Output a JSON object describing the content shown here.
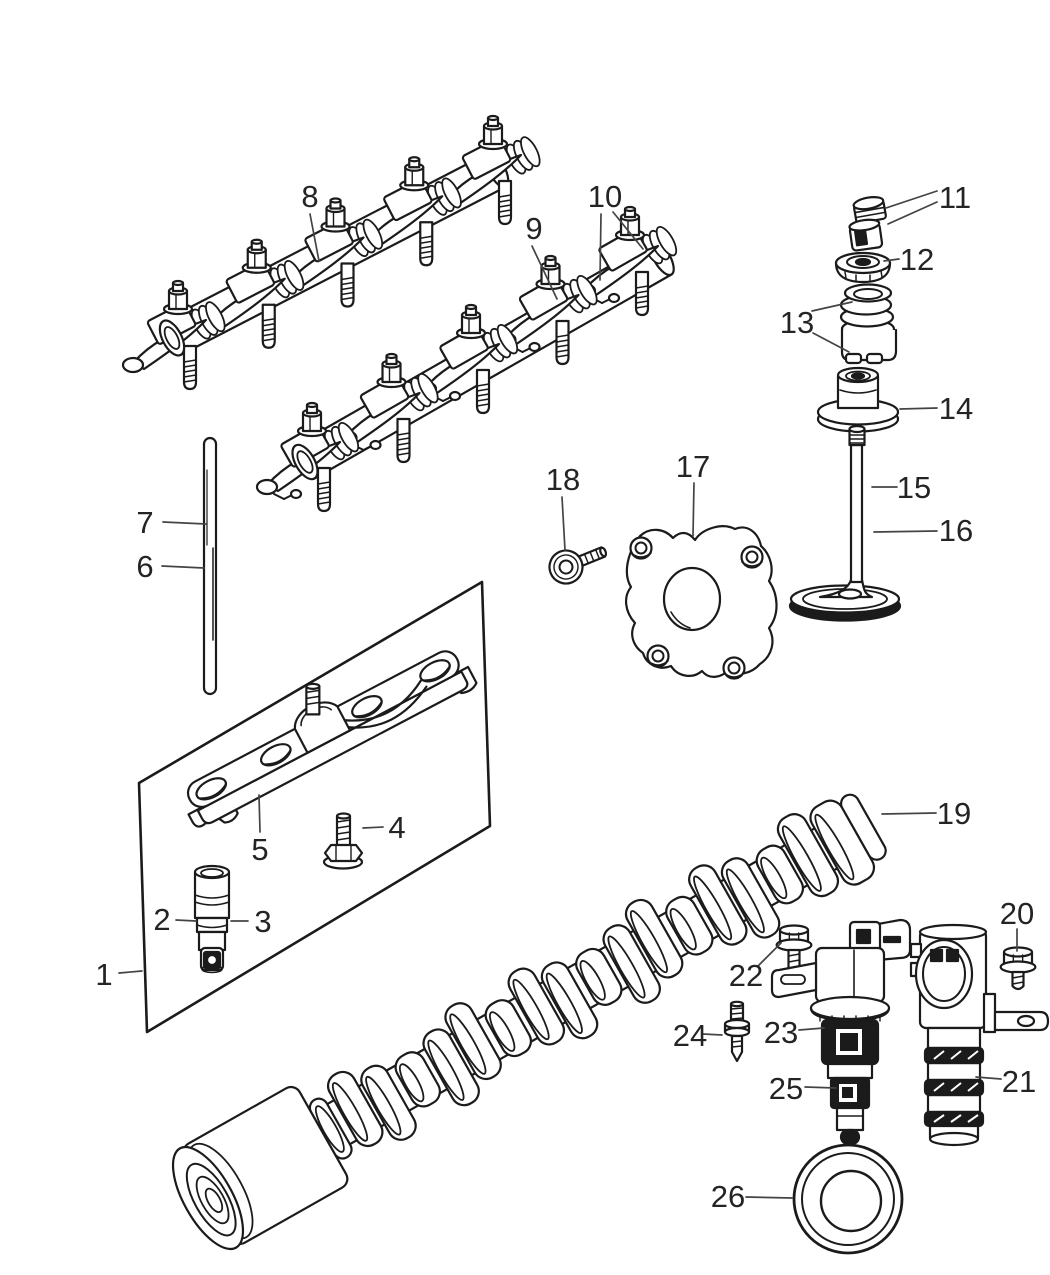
{
  "diagram": {
    "background": "#ffffff",
    "line_color": "#1b1b1b",
    "label_color": "#242424"
  },
  "callouts": [
    {
      "label": "1"
    },
    {
      "label": "2"
    },
    {
      "label": "3"
    },
    {
      "label": "4"
    },
    {
      "label": "5"
    },
    {
      "label": "6"
    },
    {
      "label": "7"
    },
    {
      "label": "8"
    },
    {
      "label": "9"
    },
    {
      "label": "10"
    },
    {
      "label": "11"
    },
    {
      "label": "12"
    },
    {
      "label": "13"
    },
    {
      "label": "14"
    },
    {
      "label": "15"
    },
    {
      "label": "16"
    },
    {
      "label": "17"
    },
    {
      "label": "18"
    },
    {
      "label": "19"
    },
    {
      "label": "20"
    },
    {
      "label": "21"
    },
    {
      "label": "22"
    },
    {
      "label": "23"
    },
    {
      "label": "24"
    },
    {
      "label": "25"
    },
    {
      "label": "26"
    }
  ]
}
